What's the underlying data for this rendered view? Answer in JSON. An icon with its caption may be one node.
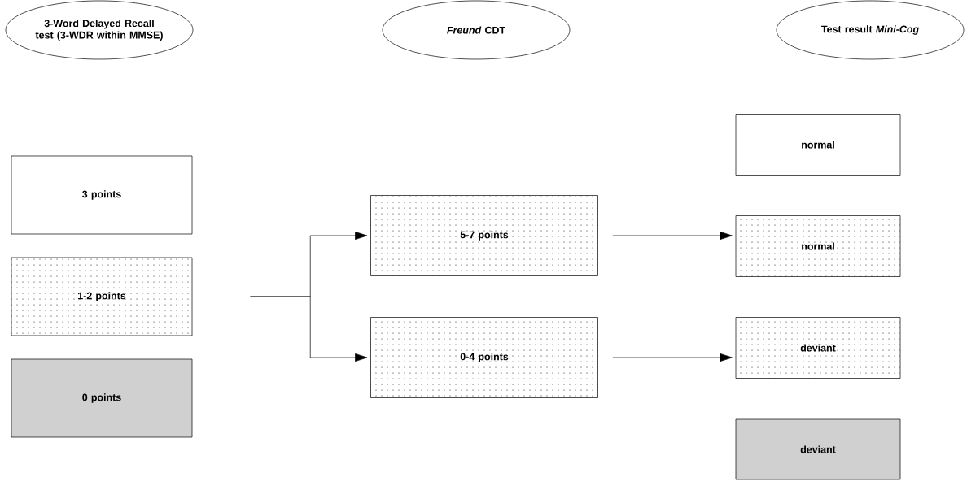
{
  "diagram": {
    "nodes": [
      {
        "text": [
          "3-Word Delayed Recall test (3-WDR within MMSE)"
        ]
      },
      {
        "text": [
          "*Freund* CDT"
        ]
      },
      {
        "text": [
          "Test result *Mini-Cog*"
        ]
      },
      {
        "text": [
          "3 points"
        ]
      },
      {
        "text": [
          "1-2 points"
        ]
      },
      {
        "text": [
          "0 points"
        ]
      },
      {
        "text": [
          "5-7 points"
        ]
      },
      {
        "text": [
          "0-4 points"
        ]
      },
      {
        "text": [
          "normal"
        ]
      },
      {
        "text": [
          "normal"
        ]
      },
      {
        "text": [
          "deviant"
        ]
      },
      {
        "text": [
          "deviant"
        ]
      }
    ],
    "edges": [
      {
        "from": 4,
        "to": 6,
        "arrow": "to"
      },
      {
        "from": 4,
        "to": 7,
        "arrow": "to"
      },
      {
        "from": 6,
        "to": 9,
        "arrow": "to"
      },
      {
        "from": 7,
        "to": 10,
        "arrow": "to"
      }
    ]
  }
}
